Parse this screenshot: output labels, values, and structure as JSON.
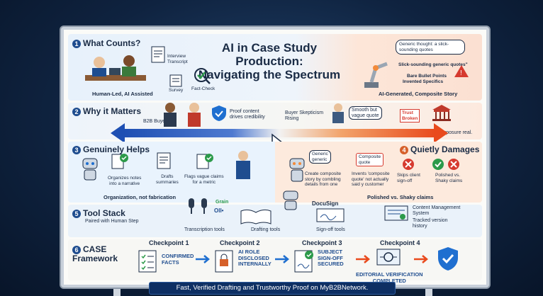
{
  "title": {
    "line1": "AI in Case Study Production:",
    "line2": "Navigating the Spectrum"
  },
  "row1": {
    "num": "1",
    "heading": "What Counts?",
    "interview": "Interview\nTranscript",
    "survey": "Survey",
    "factcheck": "Fact-Check",
    "left_label": "Human-Led, AI Assisted",
    "generic_bubble": "Generic thought: a slick-sounding quotes",
    "slick": "Slick-sounding generic quotes\"",
    "bare": "Bare Bullet Points",
    "invented": "Invented Specifics",
    "right_label": "AI-Generated, Composite Story"
  },
  "row2": {
    "num": "2",
    "heading": "Why it Matters",
    "b2b": "B2B Buyer",
    "proof": "Proof content\ndrives credibility",
    "skepticism": "Buyer Skepticism\nRising",
    "smooth": "Smooth but\nvague quote",
    "trust": "Trust\nBroken",
    "legal": "Legal Exposure real."
  },
  "row3": {
    "num": "3",
    "heading": "Genuinely Helps",
    "organizes": "Organizes notes\ninto a narrative",
    "drafts": "Drafts\nsummaries",
    "flags": "Flags vague claims\nfor a metric",
    "left_label": "Organization, not fabrication",
    "num4": "4",
    "heading4": "Quietly Damages",
    "generic": "Generic\ngeneric",
    "composite_q": "Composite\nquote",
    "create": "Create composite\nstory by combling\ndetails from one",
    "invents": "Invents 'composite\nquote' not actually\nsaid y customer",
    "skips": "Skips client\nsign-off",
    "polished": "Polished vs.\nShaky claims",
    "right_label": "Polished vs. Shaky claims"
  },
  "row4": {
    "num": "5",
    "heading": "Tool Stack",
    "sub": "Paired with Human Step",
    "grain": "Grain",
    "otter": "Oll•",
    "docusign": "DocuSign",
    "transcription": "Transcription tools",
    "drafting": "Drafting tools",
    "signoff": "Sign-off tools",
    "cms": "Content Management\nSystem",
    "tracked": "Tracked version\nhistory"
  },
  "row5": {
    "num": "6",
    "heading": "CASE\nFramework",
    "cp1": "Checkpoint 1",
    "cp2": "Checkpoint 2",
    "cp3": "Checkpoint 3",
    "cp4": "Checkpoint 4",
    "confirmed": "CONFIRMED\nFACTS",
    "ai_role": "AI ROLE\nDISCLOSED\nINTERNALLY",
    "subject": "SUBJECT\nSIGN-OFF\nSECURED",
    "editorial": "EDITORIAL VERIFICATION\nCOMPLETED"
  },
  "banner": "Fast, Verified Drafting and Trustworthy Proof on MyB2BNetwork.",
  "colors": {
    "blue": "#1f4d8f",
    "orange": "#e94a1d",
    "green": "#2c9a4a",
    "red": "#d63a2f"
  }
}
